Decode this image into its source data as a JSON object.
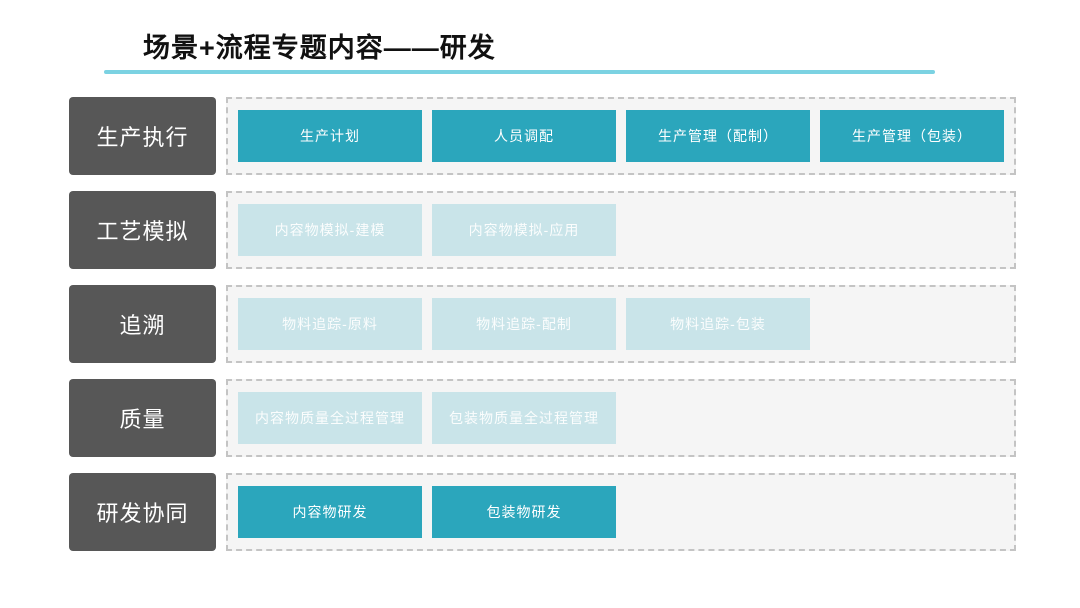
{
  "title": "场景+流程专题内容——研发",
  "colors": {
    "accent_teal": "#2ba6bc",
    "inactive_light_blue": "#c9e4e9",
    "label_dark_gray": "#575757",
    "track_background": "#f5f5f5",
    "dashed_border": "#c4c4c4",
    "title_underline": "#7bd2e2"
  },
  "rows": [
    {
      "label": "生产执行",
      "items": [
        {
          "label": "生产计划",
          "style": "teal"
        },
        {
          "label": "人员调配",
          "style": "teal"
        },
        {
          "label": "生产管理（配制）",
          "style": "teal"
        },
        {
          "label": "生产管理（包装）",
          "style": "teal"
        }
      ]
    },
    {
      "label": "工艺模拟",
      "items": [
        {
          "label": "内容物模拟-建模",
          "style": "light"
        },
        {
          "label": "内容物模拟-应用",
          "style": "light"
        }
      ]
    },
    {
      "label": "追溯",
      "items": [
        {
          "label": "物料追踪-原料",
          "style": "light"
        },
        {
          "label": "物料追踪-配制",
          "style": "light"
        },
        {
          "label": "物料追踪-包装",
          "style": "light"
        }
      ]
    },
    {
      "label": "质量",
      "items": [
        {
          "label": "内容物质量全过程管理",
          "style": "light"
        },
        {
          "label": "包装物质量全过程管理",
          "style": "light"
        }
      ]
    },
    {
      "label": "研发协同",
      "items": [
        {
          "label": "内容物研发",
          "style": "teal"
        },
        {
          "label": "包装物研发",
          "style": "teal"
        }
      ]
    }
  ]
}
